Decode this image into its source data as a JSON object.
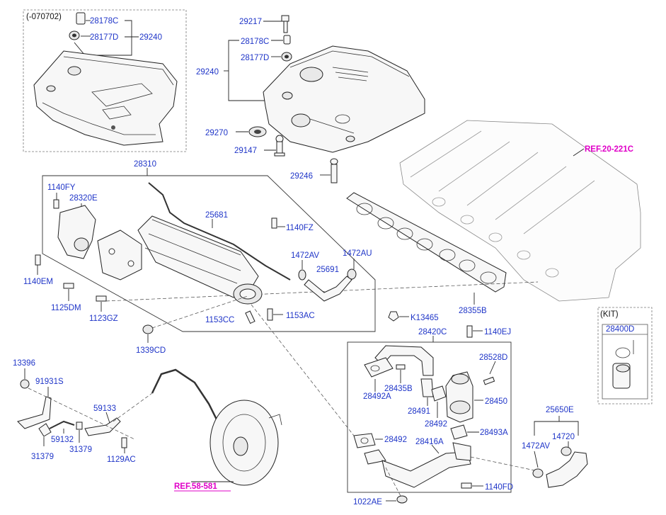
{
  "labels": {
    "box_top_left": "(-070702)",
    "l28178C_a": "28178C",
    "l28177D_a": "28177D",
    "l29240_a": "29240",
    "l29217": "29217",
    "l28178C_b": "28178C",
    "l28177D_b": "28177D",
    "l29240_b": "29240",
    "l29270": "29270",
    "l29147": "29147",
    "l29246": "29246",
    "ref_20_221C": "REF.20-221C",
    "l28310": "28310",
    "l1140FY": "1140FY",
    "l28320E": "28320E",
    "l25681": "25681",
    "l1140FZ": "1140FZ",
    "l1472AV_a": "1472AV",
    "l1472AU": "1472AU",
    "l25691": "25691",
    "l1140EM": "1140EM",
    "l1125DM": "1125DM",
    "l1123GZ": "1123GZ",
    "l1153CC": "1153CC",
    "l1153AC": "1153AC",
    "l1339CD": "1339CD",
    "l28355B": "28355B",
    "kit_label": "(KIT)",
    "l28400D": "28400D",
    "lK13465": "K13465",
    "l28420C": "28420C",
    "l1140EJ": "1140EJ",
    "l28528D": "28528D",
    "l28435B": "28435B",
    "l28492A": "28492A",
    "l28491": "28491",
    "l28450": "28450",
    "l28492_a": "28492",
    "l28493A": "28493A",
    "l28492_b": "28492",
    "l28416A": "28416A",
    "l1140FD": "1140FD",
    "l1022AE": "1022AE",
    "l25650E": "25650E",
    "l14720": "14720",
    "l1472AV_b": "1472AV",
    "l13396": "13396",
    "l91931S": "91931S",
    "l59133": "59133",
    "l59132": "59132",
    "l31379_a": "31379",
    "l31379_b": "31379",
    "l1129AC": "1129AC",
    "ref_58_581": "REF.58-581"
  },
  "colors": {
    "part_number": "#1f35c8",
    "reference": "#e000c8",
    "lines": "#222222"
  }
}
